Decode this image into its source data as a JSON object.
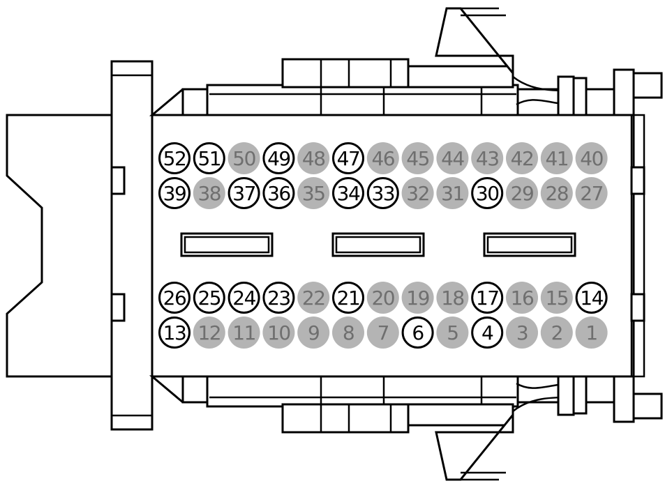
{
  "colors": {
    "populated_fill": "#ffffff",
    "populated_stroke": "#000000",
    "populated_text": "#000000",
    "empty_fill": "#b4b4b4",
    "empty_text": "#6f6f6f",
    "outline": "#000000"
  },
  "rows": [
    {
      "pins": [
        {
          "label": "52",
          "populated": true
        },
        {
          "label": "51",
          "populated": true
        },
        {
          "label": "50",
          "populated": false
        },
        {
          "label": "49",
          "populated": true
        },
        {
          "label": "48",
          "populated": false
        },
        {
          "label": "47",
          "populated": true
        },
        {
          "label": "46",
          "populated": false
        },
        {
          "label": "45",
          "populated": false
        },
        {
          "label": "44",
          "populated": false
        },
        {
          "label": "43",
          "populated": false
        },
        {
          "label": "42",
          "populated": false
        },
        {
          "label": "41",
          "populated": false
        },
        {
          "label": "40",
          "populated": false
        }
      ]
    },
    {
      "pins": [
        {
          "label": "39",
          "populated": true
        },
        {
          "label": "38",
          "populated": false
        },
        {
          "label": "37",
          "populated": true
        },
        {
          "label": "36",
          "populated": true
        },
        {
          "label": "35",
          "populated": false
        },
        {
          "label": "34",
          "populated": true
        },
        {
          "label": "33",
          "populated": true
        },
        {
          "label": "32",
          "populated": false
        },
        {
          "label": "31",
          "populated": false
        },
        {
          "label": "30",
          "populated": true
        },
        {
          "label": "29",
          "populated": false
        },
        {
          "label": "28",
          "populated": false
        },
        {
          "label": "27",
          "populated": false
        }
      ]
    },
    {
      "pins": [
        {
          "label": "26",
          "populated": true
        },
        {
          "label": "25",
          "populated": true
        },
        {
          "label": "24",
          "populated": true
        },
        {
          "label": "23",
          "populated": true
        },
        {
          "label": "22",
          "populated": false
        },
        {
          "label": "21",
          "populated": true
        },
        {
          "label": "20",
          "populated": false
        },
        {
          "label": "19",
          "populated": false
        },
        {
          "label": "18",
          "populated": false
        },
        {
          "label": "17",
          "populated": true
        },
        {
          "label": "16",
          "populated": false
        },
        {
          "label": "15",
          "populated": false
        },
        {
          "label": "14",
          "populated": true
        }
      ]
    },
    {
      "pins": [
        {
          "label": "13",
          "populated": true
        },
        {
          "label": "12",
          "populated": false
        },
        {
          "label": "11",
          "populated": false
        },
        {
          "label": "10",
          "populated": false
        },
        {
          "label": "9",
          "populated": false
        },
        {
          "label": "8",
          "populated": false
        },
        {
          "label": "7",
          "populated": false
        },
        {
          "label": "6",
          "populated": true
        },
        {
          "label": "5",
          "populated": false
        },
        {
          "label": "4",
          "populated": true
        },
        {
          "label": "3",
          "populated": false
        },
        {
          "label": "2",
          "populated": false
        },
        {
          "label": "1",
          "populated": false
        }
      ]
    }
  ]
}
